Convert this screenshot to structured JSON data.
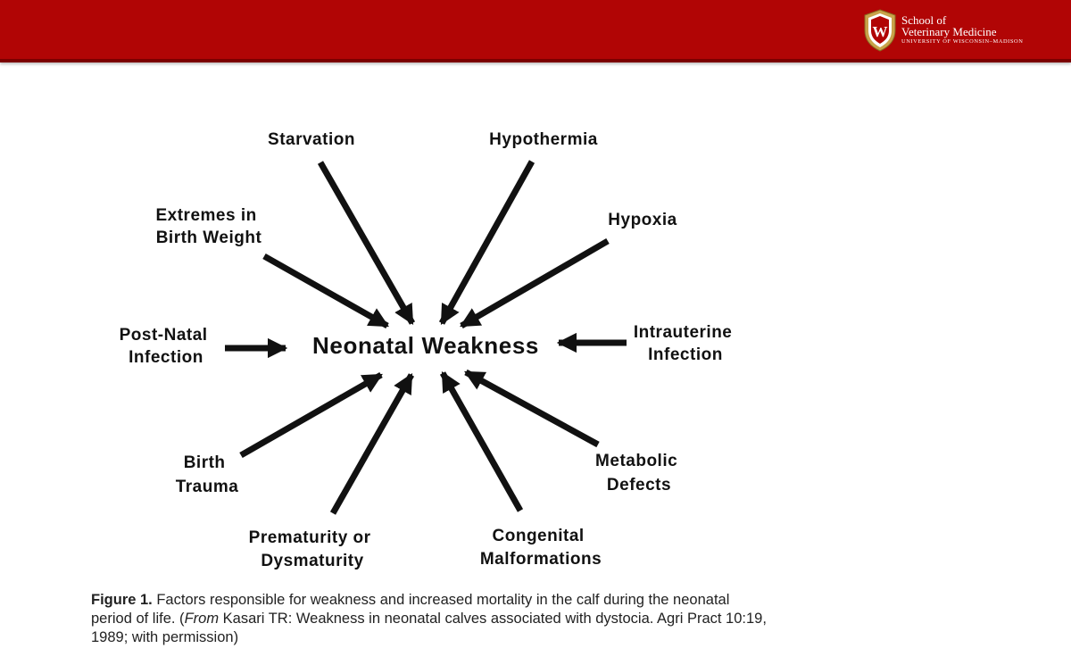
{
  "header": {
    "brand_line1": "School of",
    "brand_line2": "Veterinary Medicine",
    "brand_line3": "UNIVERSITY OF WISCONSIN–MADISON",
    "logo_letter": "W",
    "colors": {
      "bar": "#b10505",
      "bar_border": "#7c0000",
      "crest_gold": "#c9a24a"
    }
  },
  "diagram": {
    "center": "Neonatal Weakness",
    "factors": {
      "starvation": [
        "Starvation"
      ],
      "hypothermia": [
        "Hypothermia"
      ],
      "birth_weight": [
        "Extremes in",
        "Birth Weight"
      ],
      "hypoxia": [
        "Hypoxia"
      ],
      "post_natal": [
        "Post-Natal",
        "Infection"
      ],
      "intrauterine": [
        "Intrauterine",
        "Infection"
      ],
      "birth_trauma": [
        "Birth",
        "Trauma"
      ],
      "metabolic": [
        "Metabolic",
        "Defects"
      ],
      "prematurity": [
        "Prematurity or",
        "Dysmaturity"
      ],
      "congenital": [
        "Congenital",
        "Malformations"
      ]
    }
  },
  "caption": {
    "figure_label": "Figure 1.",
    "text_1": " Factors responsible for weakness and increased mortality in the calf during the neonatal period of life. (",
    "from": "From",
    "text_2": " Kasari TR: Weakness in neonatal calves associated with dystocia. Agri Pract 10:19, 1989; with permission)"
  }
}
